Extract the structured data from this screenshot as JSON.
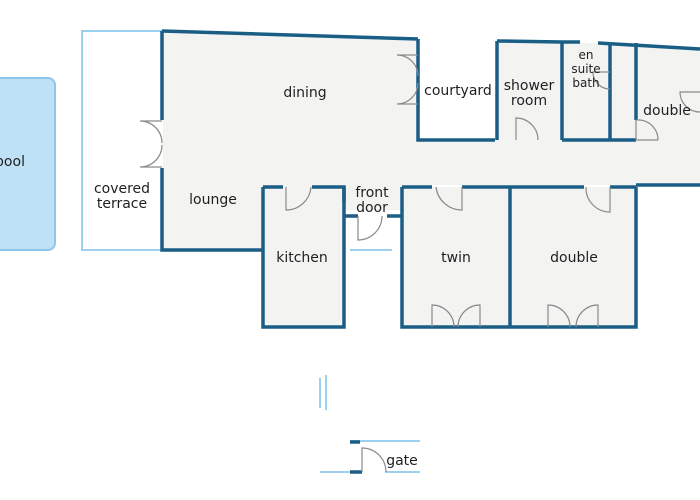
{
  "labels": {
    "pool": "pool",
    "covered_terrace_1": "covered",
    "covered_terrace_2": "terrace",
    "dining": "dining",
    "courtyard": "courtyard",
    "shower_room_1": "shower",
    "shower_room_2": "room",
    "ensuite_1": "en",
    "ensuite_2": "suite",
    "ensuite_3": "bath",
    "double_right": "double",
    "lounge": "lounge",
    "front_door_1": "front",
    "front_door_2": "door",
    "kitchen": "kitchen",
    "twin": "twin",
    "double_bottom": "double",
    "gate": "gate"
  },
  "colors": {
    "wall": "#1a5e86",
    "thin_wall": "#9cd0ec",
    "floor": "#f3f3f2",
    "pool_fill": "#bfe1f6",
    "pool_stroke": "#8fc6e8",
    "door": "#8a8a8a",
    "text": "#1f1f1f"
  }
}
